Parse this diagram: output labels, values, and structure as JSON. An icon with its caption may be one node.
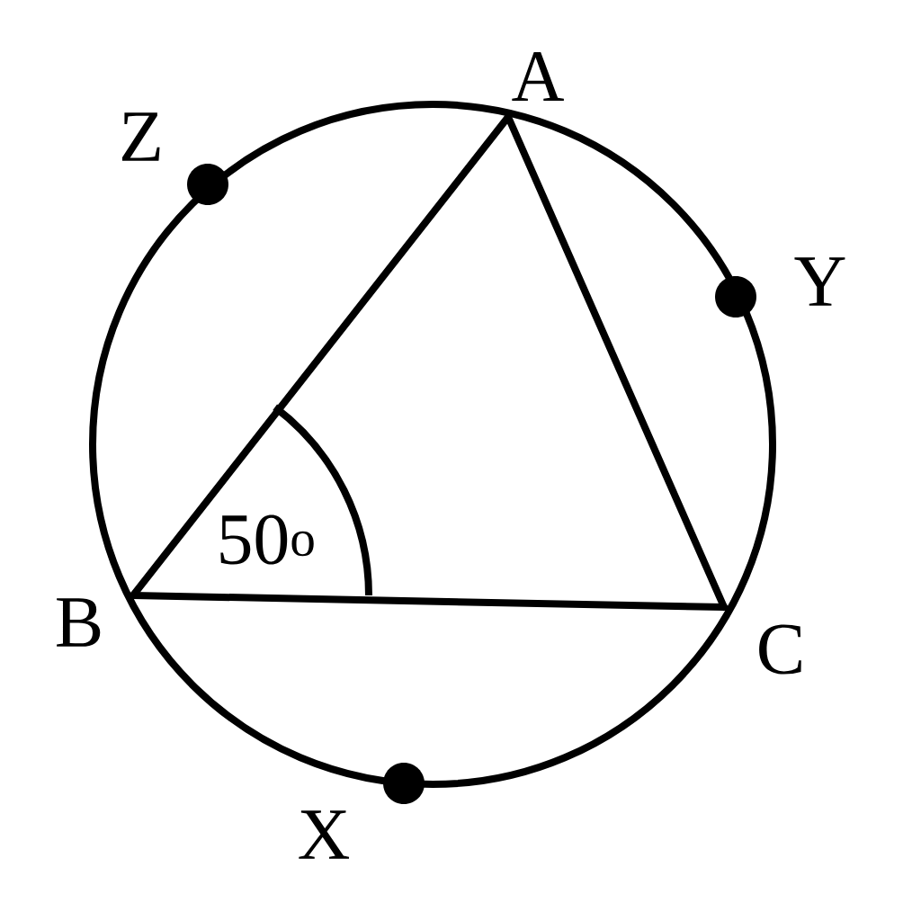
{
  "diagram": {
    "nodes": [
      {
        "text": [
          "A"
        ]
      },
      {
        "text": [
          "B"
        ]
      },
      {
        "text": [
          "C"
        ]
      },
      {
        "text": [
          "X"
        ]
      },
      {
        "text": [
          "Y"
        ]
      },
      {
        "text": [
          "Z"
        ]
      }
    ],
    "edges": [
      {
        "from": 0,
        "to": 1,
        "arrow": "none"
      },
      {
        "from": 1,
        "to": 2,
        "arrow": "none"
      },
      {
        "from": 2,
        "to": 0,
        "arrow": "none"
      }
    ],
    "labels": [
      "50$^{o}$"
    ]
  }
}
